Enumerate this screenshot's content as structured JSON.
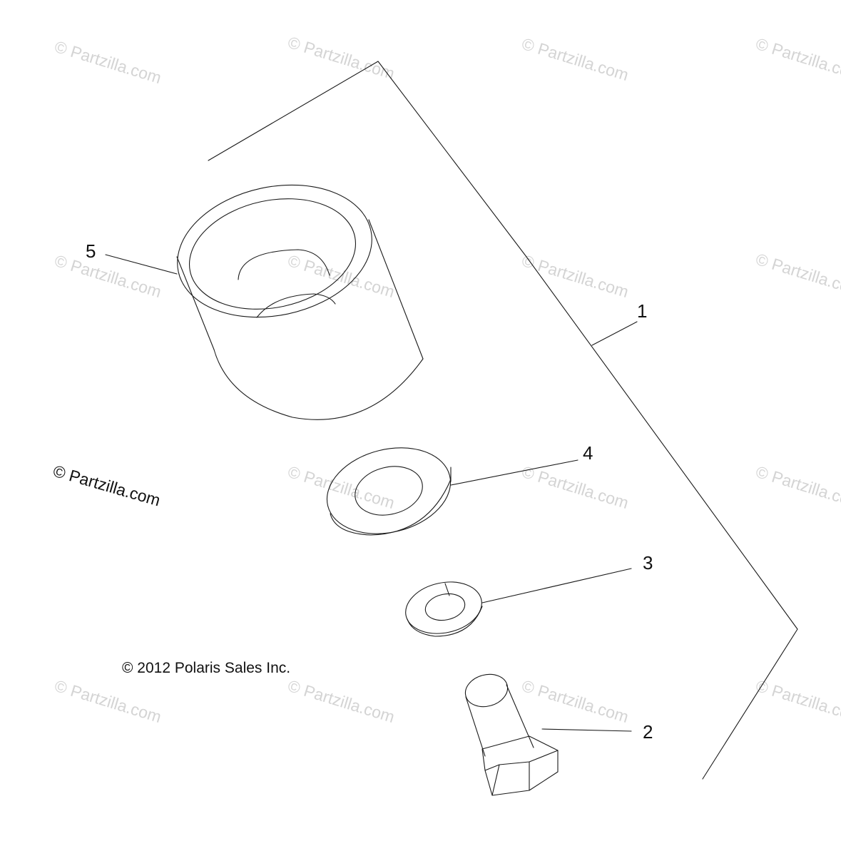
{
  "watermark_text": "© Partzilla.com",
  "brand_mark": "© Partzilla.com",
  "copyright": "© 2012 Polaris Sales Inc.",
  "callouts": [
    {
      "id": "1",
      "label": "1"
    },
    {
      "id": "2",
      "label": "2"
    },
    {
      "id": "3",
      "label": "3"
    },
    {
      "id": "4",
      "label": "4"
    },
    {
      "id": "5",
      "label": "5"
    }
  ],
  "colors": {
    "line": "#1a1a1a",
    "watermark": "#d4d4d4",
    "background": "#ffffff"
  }
}
